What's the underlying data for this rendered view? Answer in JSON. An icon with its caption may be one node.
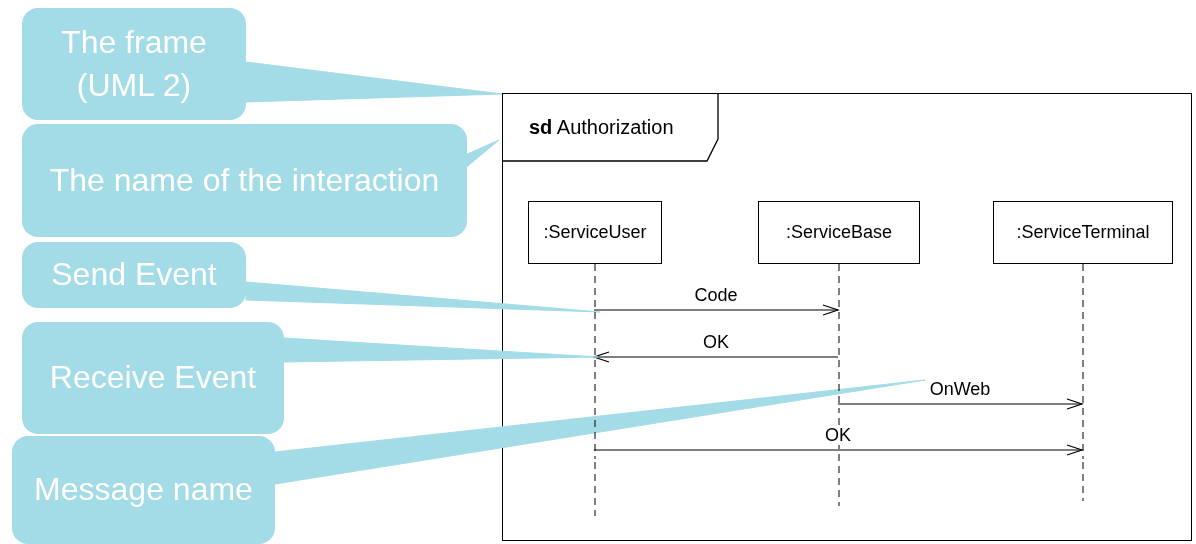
{
  "diagram": {
    "nodes": [
      {
        "text": [
          "**sd** Authorization"
        ]
      },
      {
        "text": [
          "The frame (UML 2)"
        ]
      },
      {
        "text": [
          "The name of the interaction"
        ]
      },
      {
        "text": [
          "Send Event"
        ]
      },
      {
        "text": [
          "Receive Event"
        ]
      },
      {
        "text": [
          "Message name"
        ]
      },
      {
        "text": [
          ":ServiceUser"
        ],
        "in": 0
      },
      {
        "text": [
          ":ServiceBase"
        ],
        "in": 0
      },
      {
        "text": [
          ":ServiceTerminal"
        ],
        "in": 0
      }
    ],
    "edges": [
      {
        "from": 6,
        "to": 7,
        "arrow": "to",
        "label": "Code"
      },
      {
        "from": 7,
        "to": 6,
        "arrow": "to",
        "label": "OK"
      },
      {
        "from": 7,
        "to": 8,
        "arrow": "to",
        "label": "OnWeb"
      },
      {
        "from": 6,
        "to": 8,
        "arrow": "to",
        "label": "OK"
      },
      {
        "from": 1,
        "to": 0,
        "arrow": "to"
      },
      {
        "from": 2,
        "to": 0,
        "arrow": "to"
      },
      {
        "from": 3,
        "to": null,
        "arrow": "to"
      },
      {
        "from": 4,
        "to": null,
        "arrow": "to"
      },
      {
        "from": 5,
        "to": null,
        "arrow": "to"
      }
    ]
  }
}
